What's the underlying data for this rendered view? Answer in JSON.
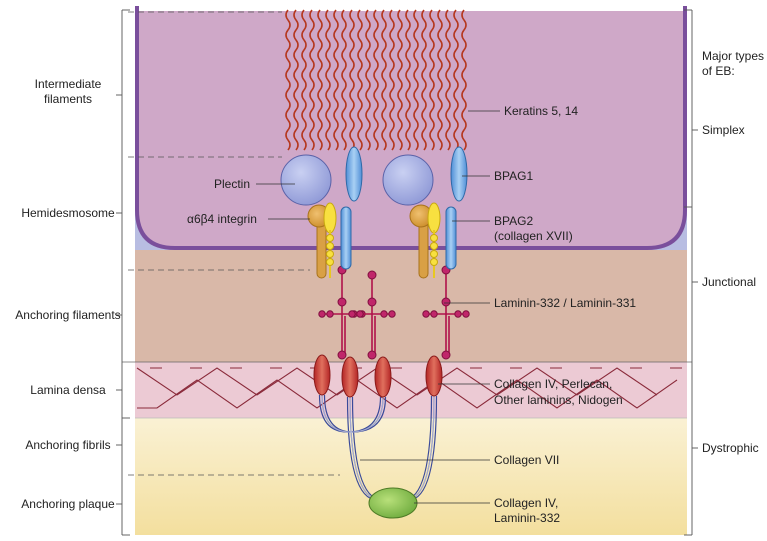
{
  "left_labels": {
    "intermediate_1": "Intermediate",
    "intermediate_2": "filaments",
    "hemidesmosome": "Hemidesmosome",
    "anchoring_filaments": "Anchoring filaments",
    "lamina_densa": "Lamina densa",
    "anchoring_fibrils": "Anchoring fibrils",
    "anchoring_plaque": "Anchoring plaque"
  },
  "right_labels": {
    "major_1": "Major types",
    "major_2": "of EB:",
    "simplex": "Simplex",
    "junctional": "Junctional",
    "dystrophic": "Dystrophic"
  },
  "structure_labels": {
    "keratins": "Keratins 5, 14",
    "plectin": "Plectin",
    "integrin": "α6β4 integrin",
    "bpag1": "BPAG1",
    "bpag2_1": "BPAG2",
    "bpag2_2": "(collagen XVII)",
    "laminin": "Laminin-332 / Laminin-331",
    "collagen4_1": "Collagen IV, Perlecan,",
    "collagen4_2": "Other laminins, Nidogen",
    "collagen7": "Collagen VII",
    "plaque_1": "Collagen  IV,",
    "plaque_2": "Laminin-332"
  }
}
